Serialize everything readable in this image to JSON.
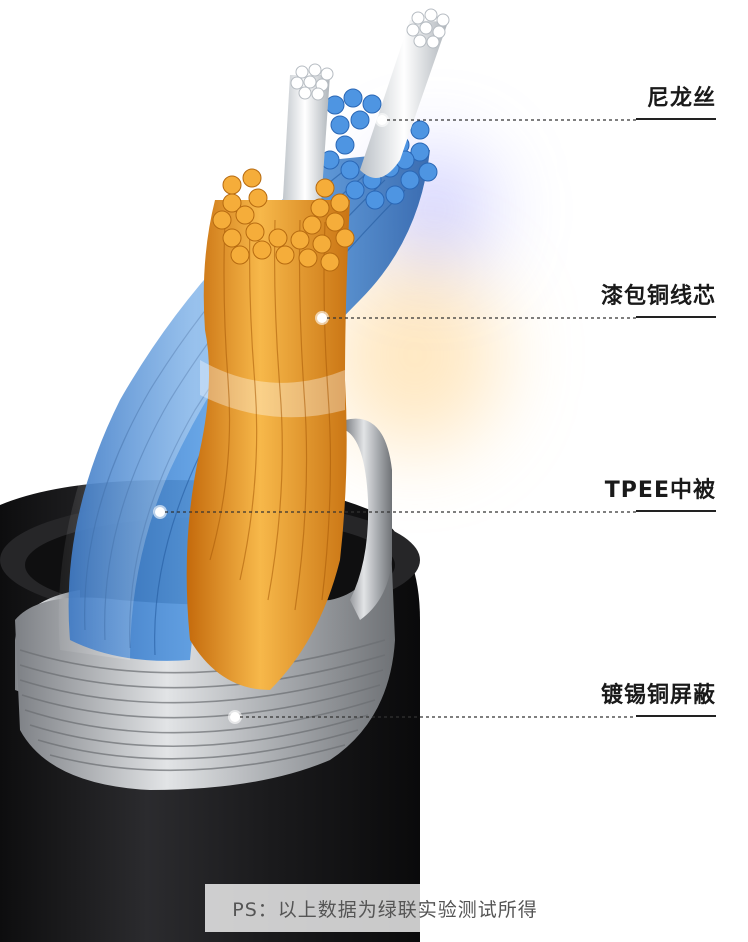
{
  "labels": {
    "nylon": "尼龙丝",
    "copper_core": "漆包铜线芯",
    "tpee": "TPEE中被",
    "shield": "镀锡铜屏蔽"
  },
  "caption": "PS：以上数据为绿联实验测试所得",
  "colors": {
    "blue_wire": "#3c86d8",
    "orange_wire": "#f0a030",
    "white_wire": "#e8ecef",
    "jacket": "#1b1b1d",
    "shield": "#b9bcc0"
  }
}
